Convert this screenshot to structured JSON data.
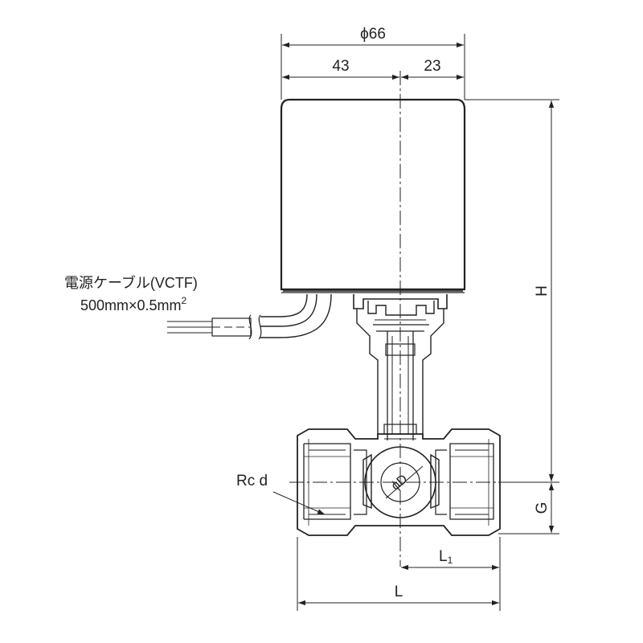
{
  "dimensions": {
    "overall_diameter": "ϕ66",
    "left_width": "43",
    "right_width": "23",
    "height": "H",
    "center_height": "G",
    "thread": "Rc d",
    "bore": "ϕD",
    "half_length": "L",
    "half_length_sub": "1",
    "length": "L"
  },
  "cable": {
    "label": "電源ケーブル(VCTF)",
    "spec": "500mm×0.5mm",
    "spec_sup": "2"
  }
}
